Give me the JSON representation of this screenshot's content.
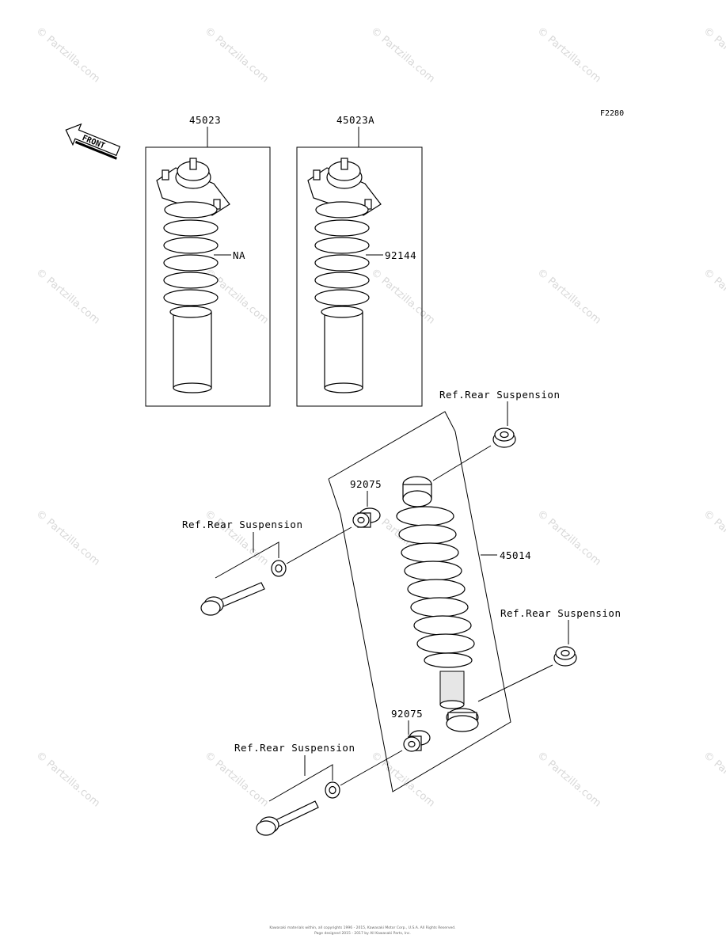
{
  "figure_code": "F2280",
  "front_label": "FRONT",
  "watermark": "© Partzilla.com",
  "parts": {
    "assembly_std": "45023",
    "assembly_alt": "45023A",
    "spring_std": "NA",
    "spring_alt": "92144",
    "bushing_upper": "92075",
    "bushing_lower": "92075",
    "shock_absorber": "45014"
  },
  "references": {
    "ref_upper_right": "Ref.Rear Suspension",
    "ref_upper_left": "Ref.Rear Suspension",
    "ref_lower_right": "Ref.Rear Suspension",
    "ref_lower_left": "Ref.Rear Suspension"
  },
  "footer": {
    "line1": "Kawasaki materials within, all copyrights 1996 - 2015, Kawasaki Motor Corp., U.S.A. All Rights Reserved.",
    "line2": "Page designed 2015 - 2017 by All Kawasaki Parts, Inc."
  }
}
